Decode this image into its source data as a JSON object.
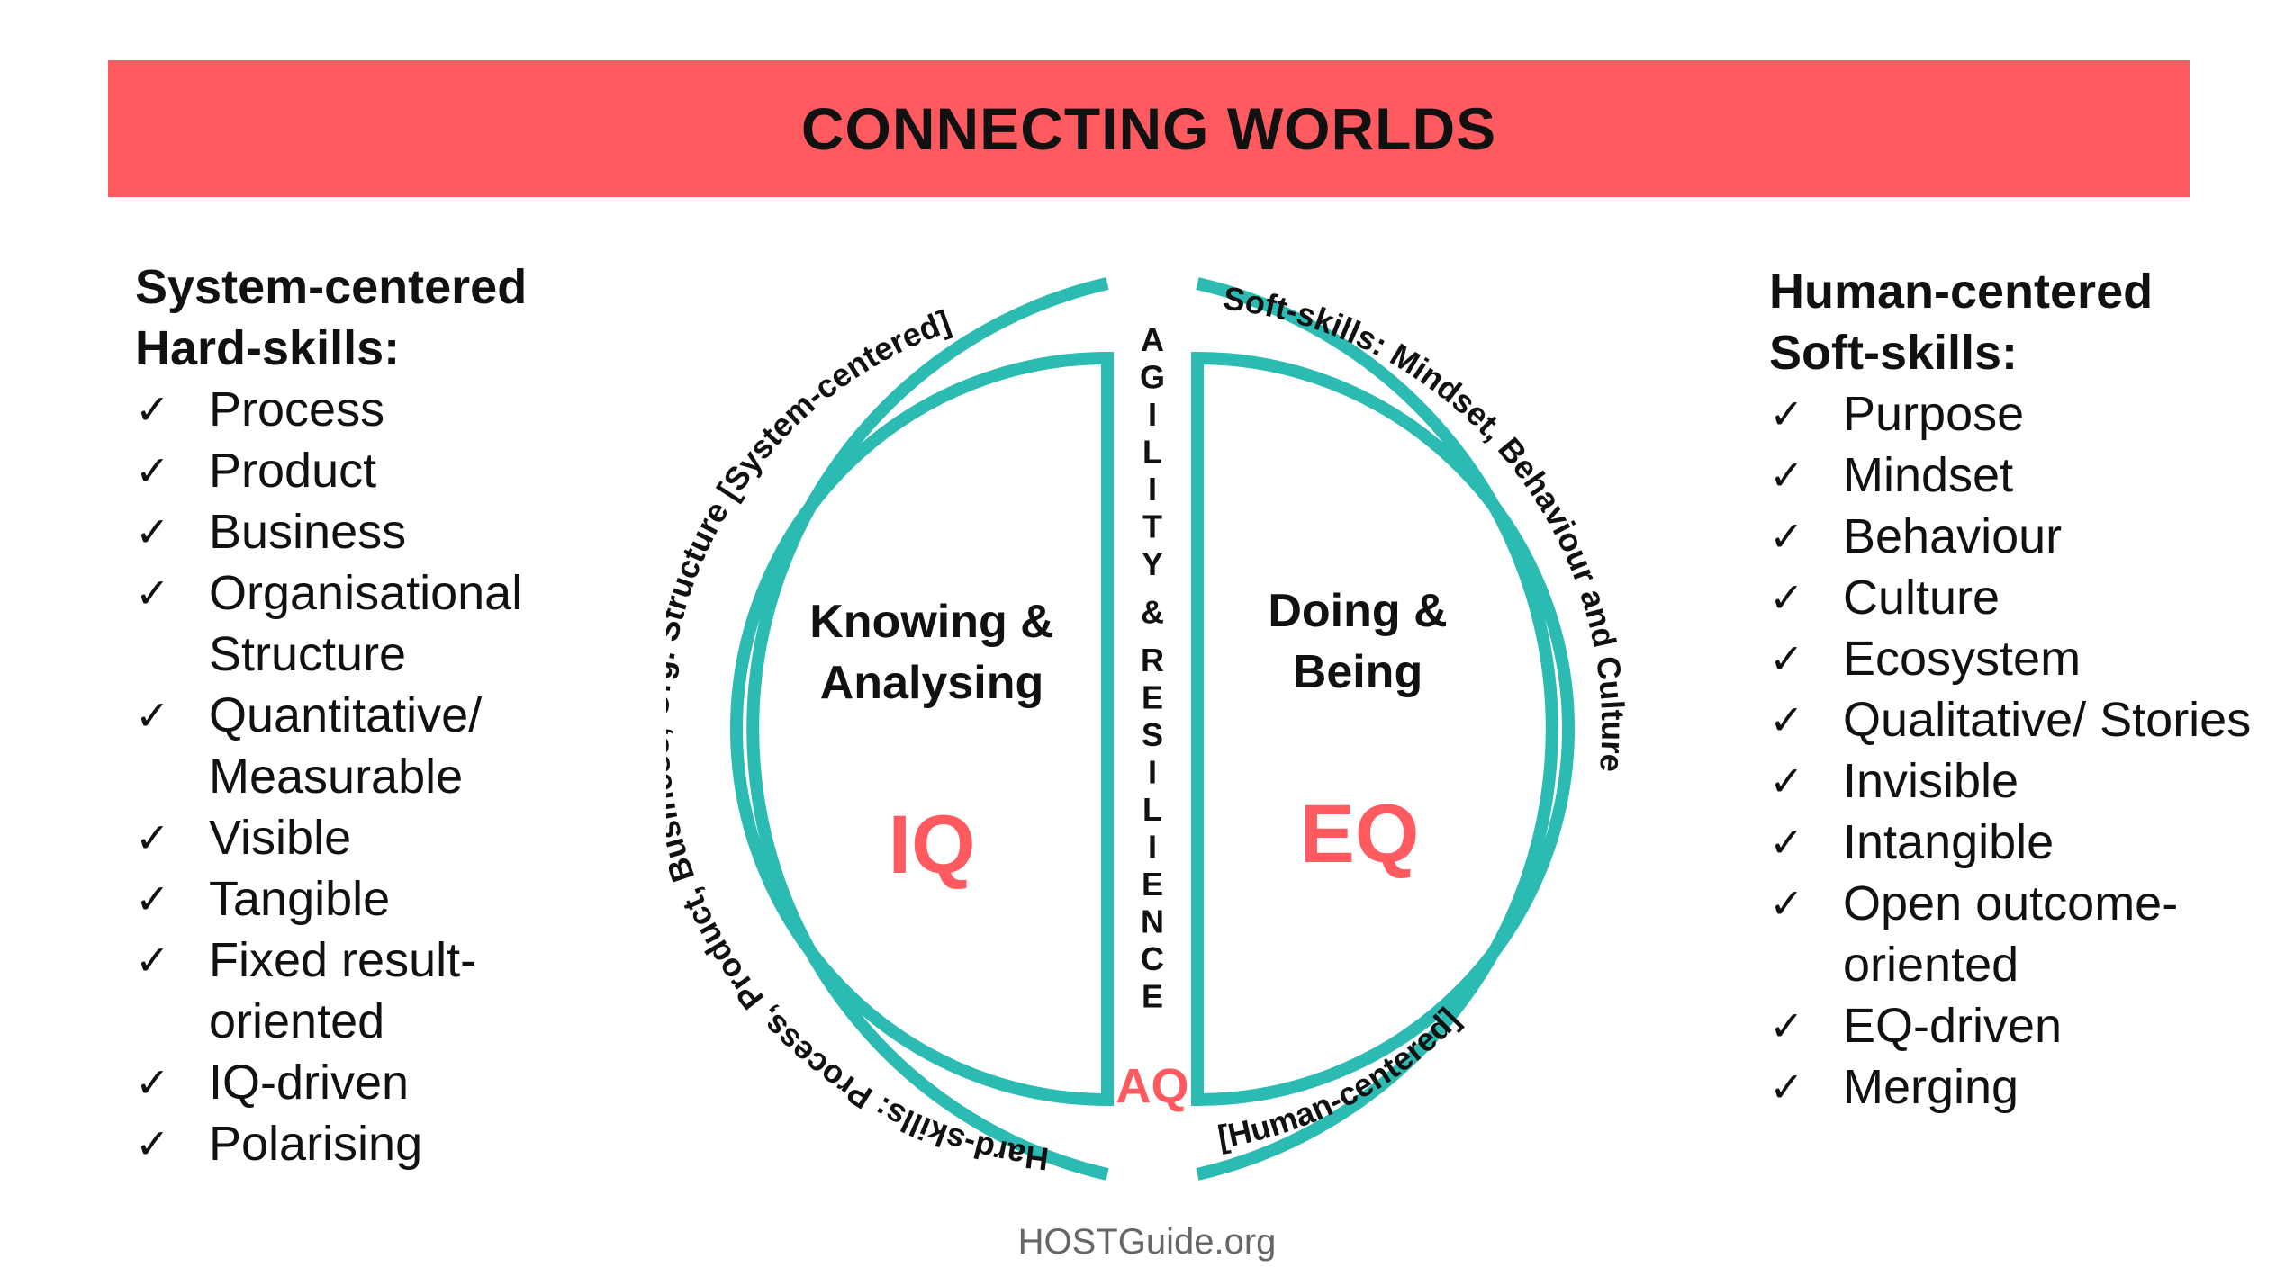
{
  "colors": {
    "banner": "#ff5a5f",
    "ring": "#2bbbb2",
    "accent": "#ff5a5f",
    "text": "#111111",
    "footer": "#666666"
  },
  "banner": {
    "title": "CONNECTING WORLDS"
  },
  "left": {
    "heading_line1": "System-centered",
    "heading_line2": "Hard-skills:",
    "items": [
      "Process",
      "Product",
      "Business",
      "Organisational Structure",
      "Quantitative/ Measurable",
      "Visible",
      "Tangible",
      "Fixed result-oriented",
      "IQ-driven",
      "Polarising"
    ]
  },
  "right": {
    "heading_line1": "Human-centered",
    "heading_line2": "Soft-skills:",
    "items": [
      "Purpose",
      "Mindset",
      "Behaviour",
      "Culture",
      "Ecosystem",
      "Qualitative/ Stories",
      "Invisible",
      "Intangible",
      "Open outcome-oriented",
      "EQ-driven",
      "Merging"
    ]
  },
  "diagram": {
    "left_line1": "Knowing &",
    "left_line2": "Analysing",
    "left_badge": "IQ",
    "right_line1": "Doing &",
    "right_line2": "Being",
    "right_badge": "EQ",
    "center_badge": "AQ",
    "vertical_word1": "AGILITY",
    "vertical_amp": "&",
    "vertical_word2": "RESILIENCE",
    "arc_left_top": "Hard-skills: Process, Product, Business, Org. Structure [System-centered]",
    "arc_right_top": "Soft-skills: Mindset, Behaviour and Culture",
    "arc_right_bottom": "[Human-centered]"
  },
  "footer": {
    "text": "HOSTGuide.org"
  }
}
